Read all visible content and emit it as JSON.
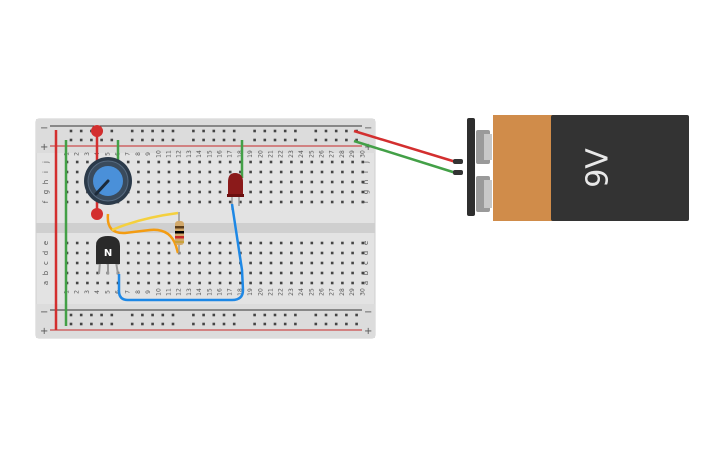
{
  "breadboard": {
    "rail_minus": "−",
    "rail_plus": "+",
    "row_letters_top": [
      "j",
      "i",
      "h",
      "g",
      "f"
    ],
    "row_letters_bottom": [
      "e",
      "d",
      "c",
      "b",
      "a"
    ],
    "column_numbers": [
      "1",
      "2",
      "3",
      "4",
      "5",
      "6",
      "7",
      "8",
      "9",
      "10",
      "11",
      "12",
      "13",
      "14",
      "15",
      "16",
      "17",
      "18",
      "19",
      "20",
      "21",
      "22",
      "23",
      "24",
      "25",
      "26",
      "27",
      "28",
      "29",
      "30"
    ]
  },
  "transistor": {
    "label": "N"
  },
  "battery": {
    "label": "9V"
  },
  "colors": {
    "red_wire": "#d32f2f",
    "green_wire": "#43a047",
    "blue_wire": "#1e88e5",
    "orange_wire": "#f39c12",
    "yellow_wire": "#f4d03f",
    "battery_top": "#d08c4a",
    "battery_body": "#333333",
    "led": "#8b1a1a",
    "pot_knob": "#4a90d9"
  }
}
